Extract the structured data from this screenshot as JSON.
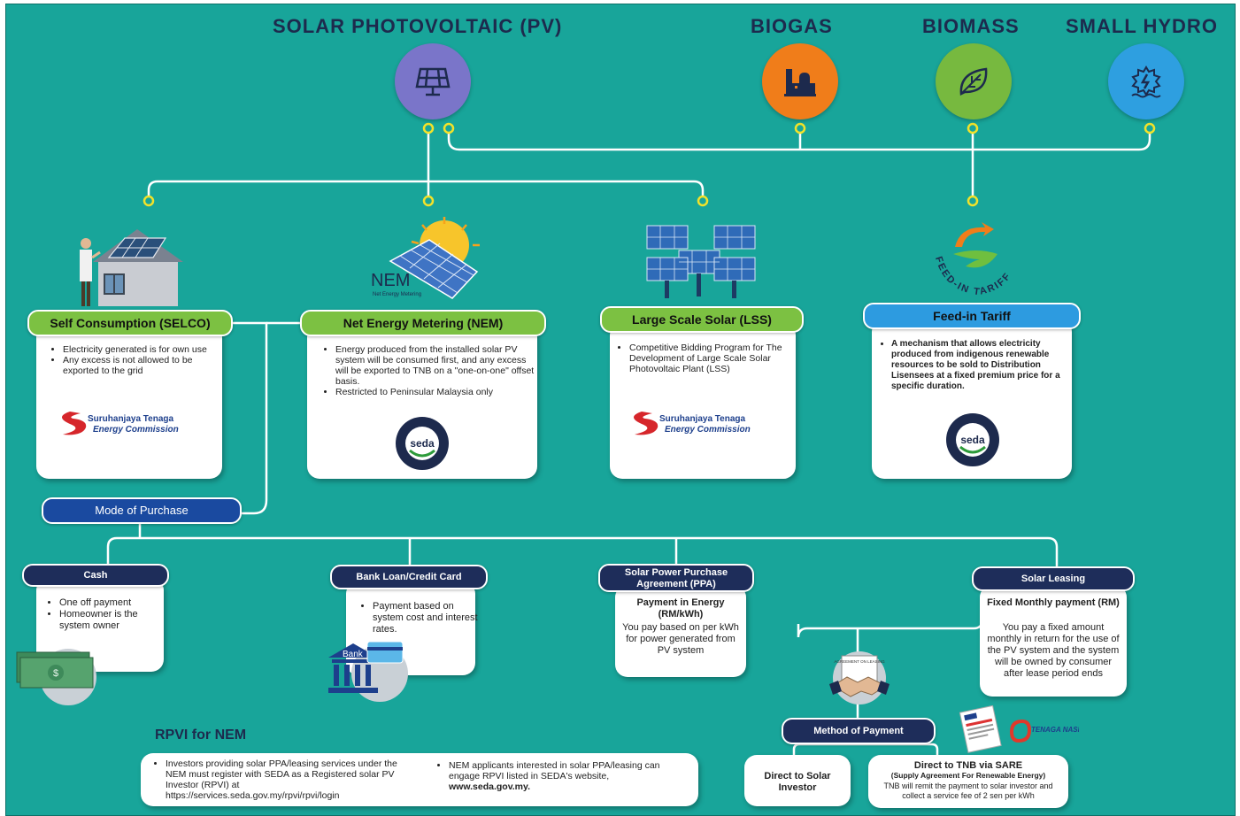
{
  "categories": {
    "solar": "SOLAR PHOTOVOLTAIC (PV)",
    "biogas": "BIOGAS",
    "biomass": "BIOMASS",
    "hydro": "SMALL HYDRO"
  },
  "colors": {
    "solar": "#7a75c9",
    "biogas": "#f07d1a",
    "biomass": "#77b93f",
    "hydro": "#2e9fe0",
    "background": "#18a59a",
    "navy": "#1e2d5a"
  },
  "icons": {
    "solar": "solar-panel-icon",
    "biogas": "factory-icon",
    "biomass": "leaf-icon",
    "hydro": "water-turbine-icon"
  },
  "selco": {
    "title": "Self Consumption (SELCO)",
    "bullets": [
      "Electricity generated is for own use",
      "Any excess is not allowed to be exported to the grid"
    ],
    "logo_line1": "Suruhanjaya Tenaga",
    "logo_line2": "Energy Commission"
  },
  "nem": {
    "title": "Net Energy Metering (NEM)",
    "bullets": [
      "Energy produced from the installed solar PV system will be consumed first, and any excess will be exported to TNB on a \"one-on-one\" offset basis.",
      "Restricted to Peninsular Malaysia only"
    ],
    "img_label": "NEM",
    "img_sub": "Net Energy Metering",
    "seda": "seda"
  },
  "lss": {
    "title": "Large Scale Solar (LSS)",
    "bullets": [
      "Competitive Bidding Program for The Development of Large Scale Solar Photovoltaic Plant (LSS)"
    ],
    "logo_line1": "Suruhanjaya Tenaga",
    "logo_line2": "Energy Commission"
  },
  "fit": {
    "title": "Feed-in Tariff",
    "bullets": [
      "A mechanism that allows electricity produced from indigenous renewable resources to be sold to Distribution Lisensees at a fixed premium price for a specific duration."
    ],
    "logo_text": "FEED-IN TARIFF",
    "seda": "seda"
  },
  "mode_of_purchase": "Mode of Purchase",
  "cash": {
    "title": "Cash",
    "bullets": [
      "One off payment",
      "Homeowner is the system owner"
    ]
  },
  "bank": {
    "title": "Bank Loan/Credit Card",
    "bullets": [
      "Payment based on system cost and interest rates."
    ],
    "bank_label": "Bank"
  },
  "ppa": {
    "title": "Solar Power Purchase Agreement (PPA)",
    "bold": "Payment in Energy (RM/kWh)",
    "text": "You pay based on per kWh for power generated from PV system"
  },
  "leasing": {
    "title": "Solar Leasing",
    "bold": "Fixed Monthly payment (RM)",
    "text": "You pay a fixed amount monthly in return for the use of the PV system and the system will be owned by consumer after lease period ends"
  },
  "agreement_label": "AGREEMENT ON LEASING",
  "method_of_payment": "Method of Payment",
  "direct_investor": "Direct to Solar Investor",
  "direct_tnb": {
    "title": "Direct to TNB via SARE",
    "subtitle": "(Supply Agreement For Renewable Energy)",
    "text": "TNB will remit the payment to solar investor and  collect a service fee of 2 sen per kWh"
  },
  "tnb_logo": "TENAGA NASIONAL",
  "rpvi": {
    "title": "RPVI for NEM",
    "left": "Investors providing solar PPA/leasing services under the NEM must register with SEDA as a Registered solar PV Investor (RPVI) at https://services.seda.gov.my/rpvi/rpvi/login",
    "right": "NEM applicants interested in solar PPA/leasing can engage RPVI listed in SEDA's website,",
    "right_link": "www.seda.gov.my."
  }
}
